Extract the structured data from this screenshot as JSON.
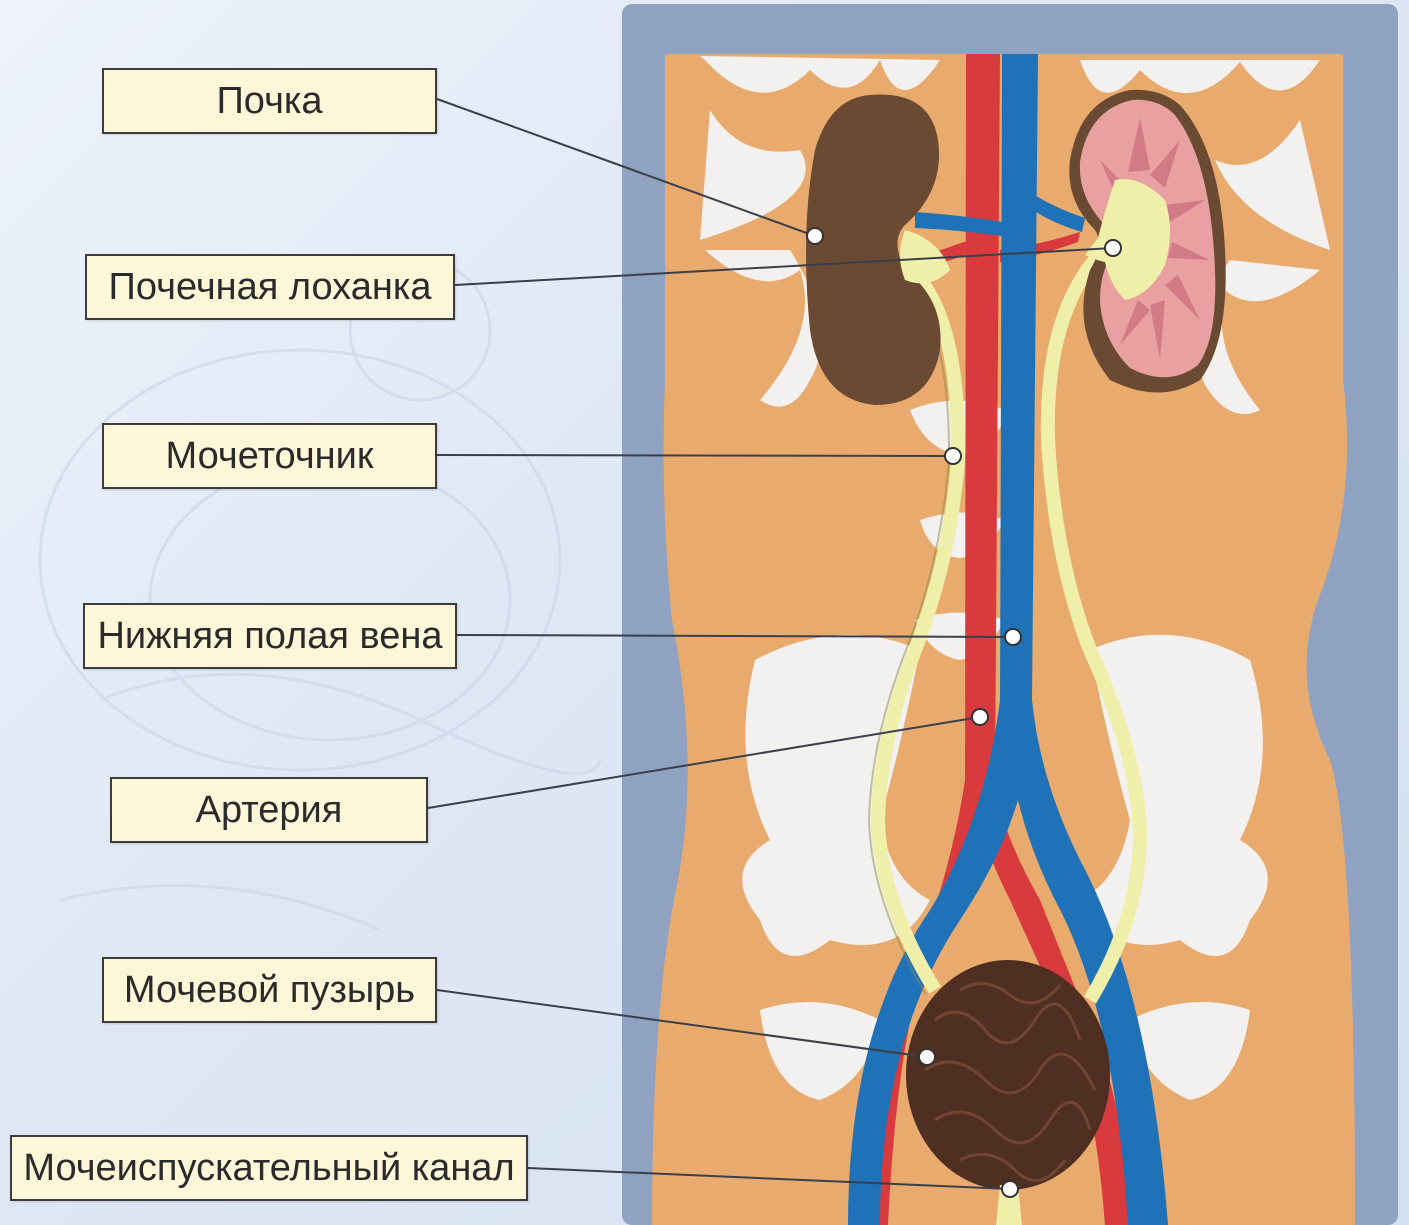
{
  "labels": {
    "kidney": "Почка",
    "renal_pelvis": "Почечная лоханка",
    "ureter": "Мочеточник",
    "vena_cava": "Нижняя полая вена",
    "artery": "Артерия",
    "bladder": "Мочевой пузырь",
    "urethra": "Мочеиспускательный канал"
  },
  "colors": {
    "panel": "#8fa2c2",
    "body": "#e9ab6d",
    "bone": "#f3f1ef",
    "aorta": "#d83a3e",
    "vein": "#2072b8",
    "ureter": "#f0efaa",
    "kidney_dark": "#6b4a33",
    "kidney_cut": "#e8a0a0",
    "bladder": "#4f2f22"
  }
}
